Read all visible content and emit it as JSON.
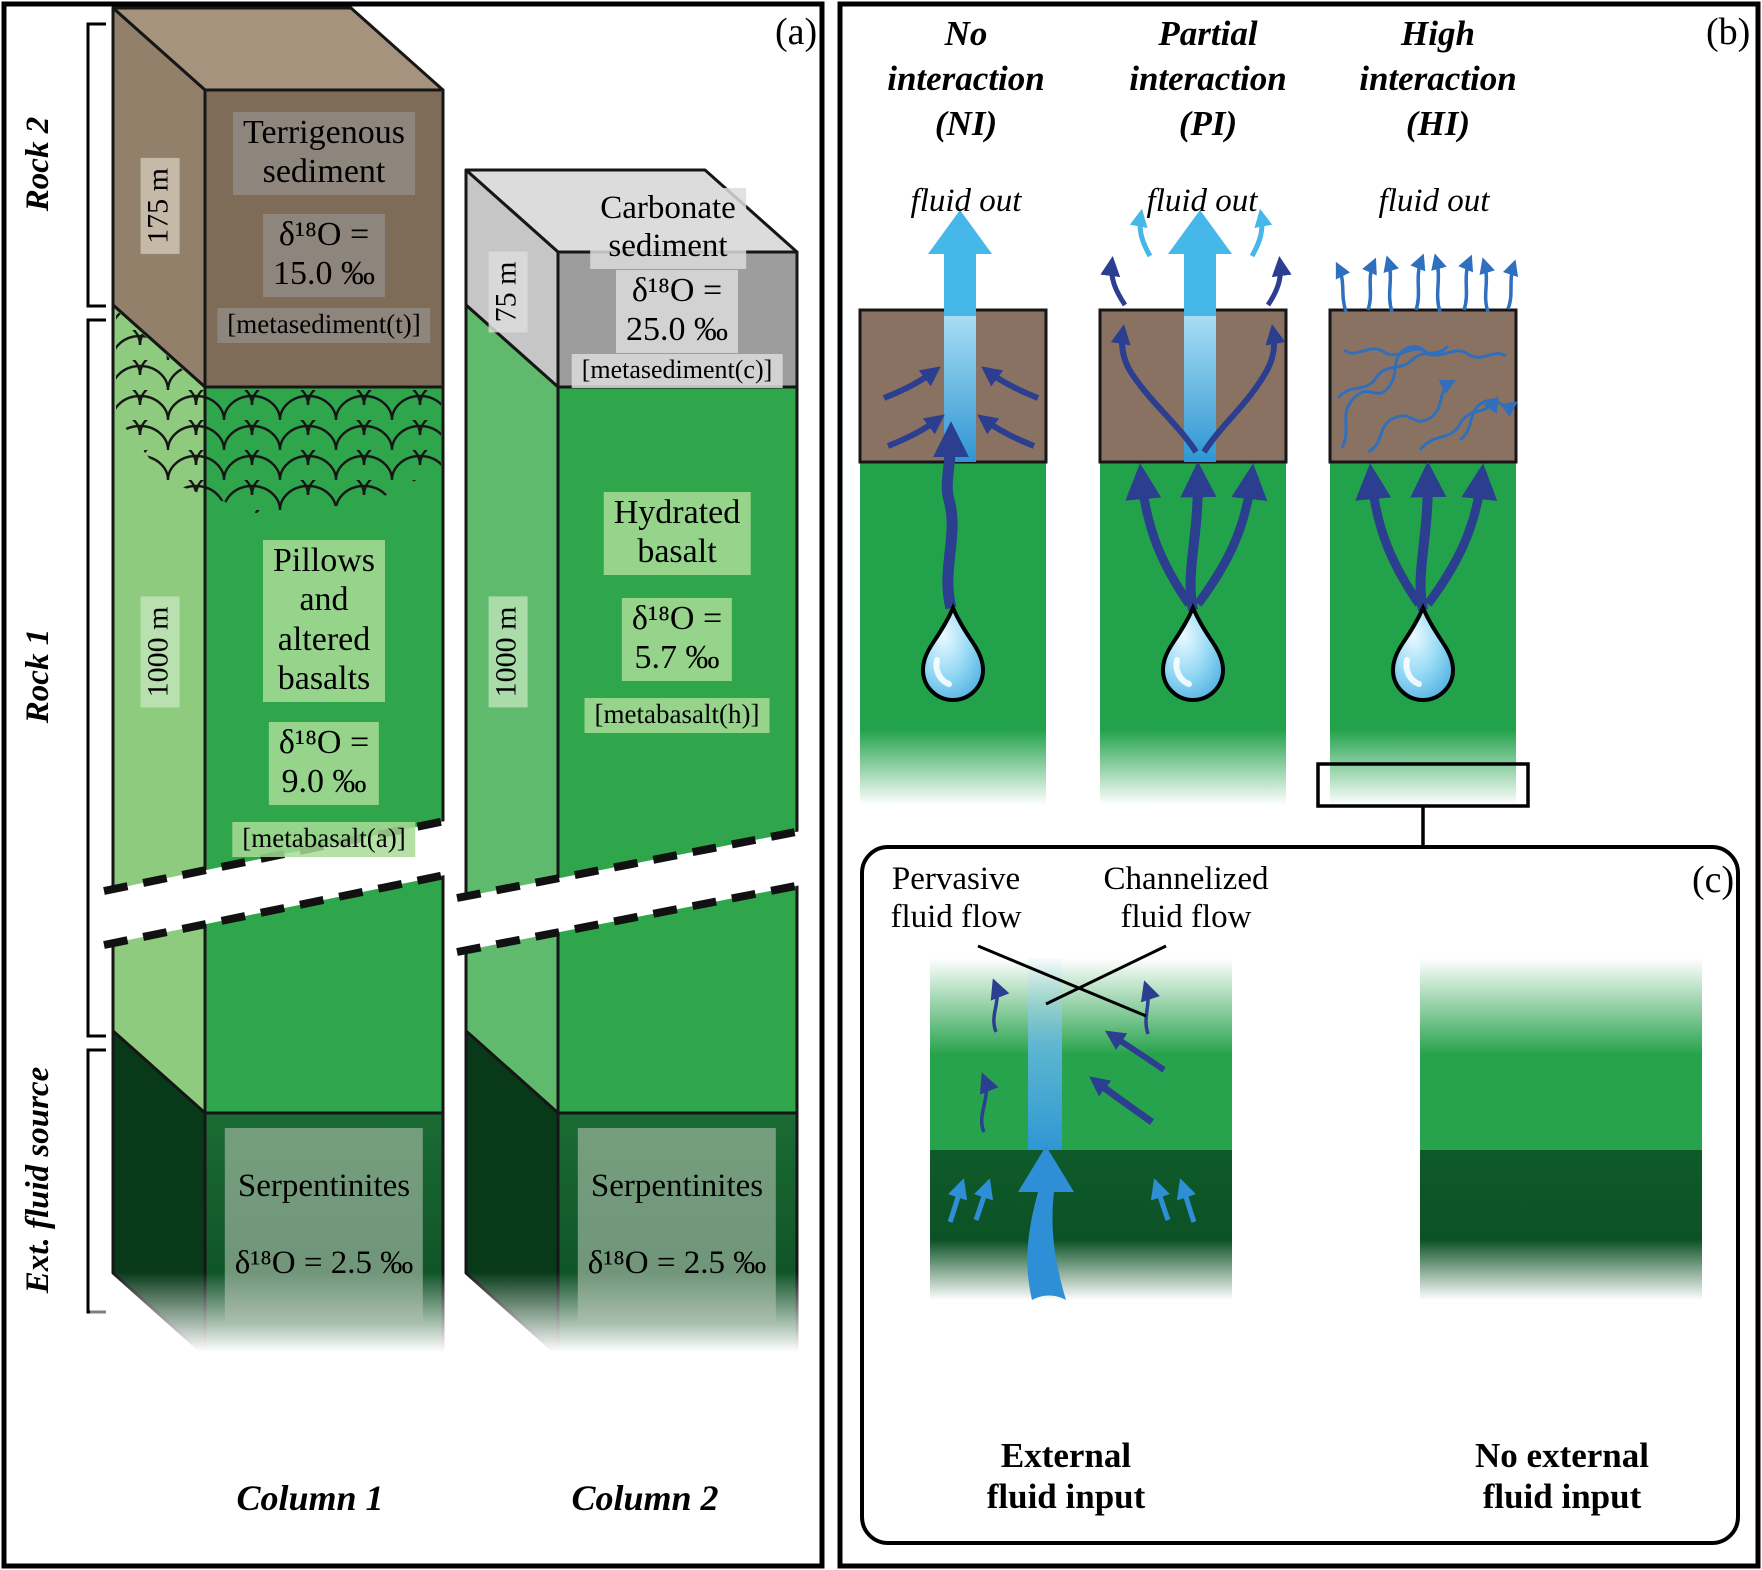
{
  "panel_a": {
    "tag": "(a)",
    "side_labels": {
      "rock2": "Rock 2",
      "rock1": "Rock 1",
      "ext_fluid_source": "Ext. fluid source"
    },
    "column1": {
      "title": "Column 1",
      "sediment": {
        "thickness": "175 m",
        "name": "Terrigenous\nsediment",
        "d18o": "δ¹⁸O =\n15.0 ‰",
        "alias": "[metasediment(t)]"
      },
      "basalt": {
        "thickness": "1000 m",
        "name": "Pillows\nand\naltered\nbasalts",
        "d18o": "δ¹⁸O =\n9.0 ‰",
        "alias": "[metabasalt(a)]"
      },
      "serpentinite": {
        "name": "Serpentinites",
        "d18o": "δ¹⁸O = 2.5 ‰"
      }
    },
    "column2": {
      "title": "Column 2",
      "sediment": {
        "thickness": "75 m",
        "name": "Carbonate\nsediment",
        "d18o": "δ¹⁸O =\n25.0 ‰",
        "alias": "[metasediment(c)]"
      },
      "basalt": {
        "thickness": "1000 m",
        "name": "Hydrated\nbasalt",
        "d18o": "δ¹⁸O =\n5.7 ‰",
        "alias": "[metabasalt(h)]"
      },
      "serpentinite": {
        "name": "Serpentinites",
        "d18o": "δ¹⁸O = 2.5 ‰"
      }
    }
  },
  "panel_b": {
    "tag": "(b)",
    "scenarios": [
      {
        "title": "No\ninteraction\n(NI)",
        "fluid_out": "fluid out"
      },
      {
        "title": "Partial\ninteraction\n(PI)",
        "fluid_out": "fluid out"
      },
      {
        "title": "High\ninteraction\n(HI)",
        "fluid_out": "fluid out"
      }
    ]
  },
  "panel_c": {
    "tag": "(c)",
    "pervasive_label": "Pervasive\nfluid flow",
    "channelized_label": "Channelized\nfluid flow",
    "left_caption": "External\nfluid input",
    "right_caption": "No external\nfluid input"
  },
  "colors": {
    "basalt_green": "#2FA64C",
    "basalt_side_green": "#8FCB7F",
    "serpentinite_dark_green": "#0C5226",
    "terrigenous_brown": "#7E6C59",
    "carbonate_gray": "#9D9D9D",
    "fluid_light_blue": "#45B7E8",
    "fluid_navy": "#2B3E8F",
    "channel_blue": "#2E96D4"
  }
}
